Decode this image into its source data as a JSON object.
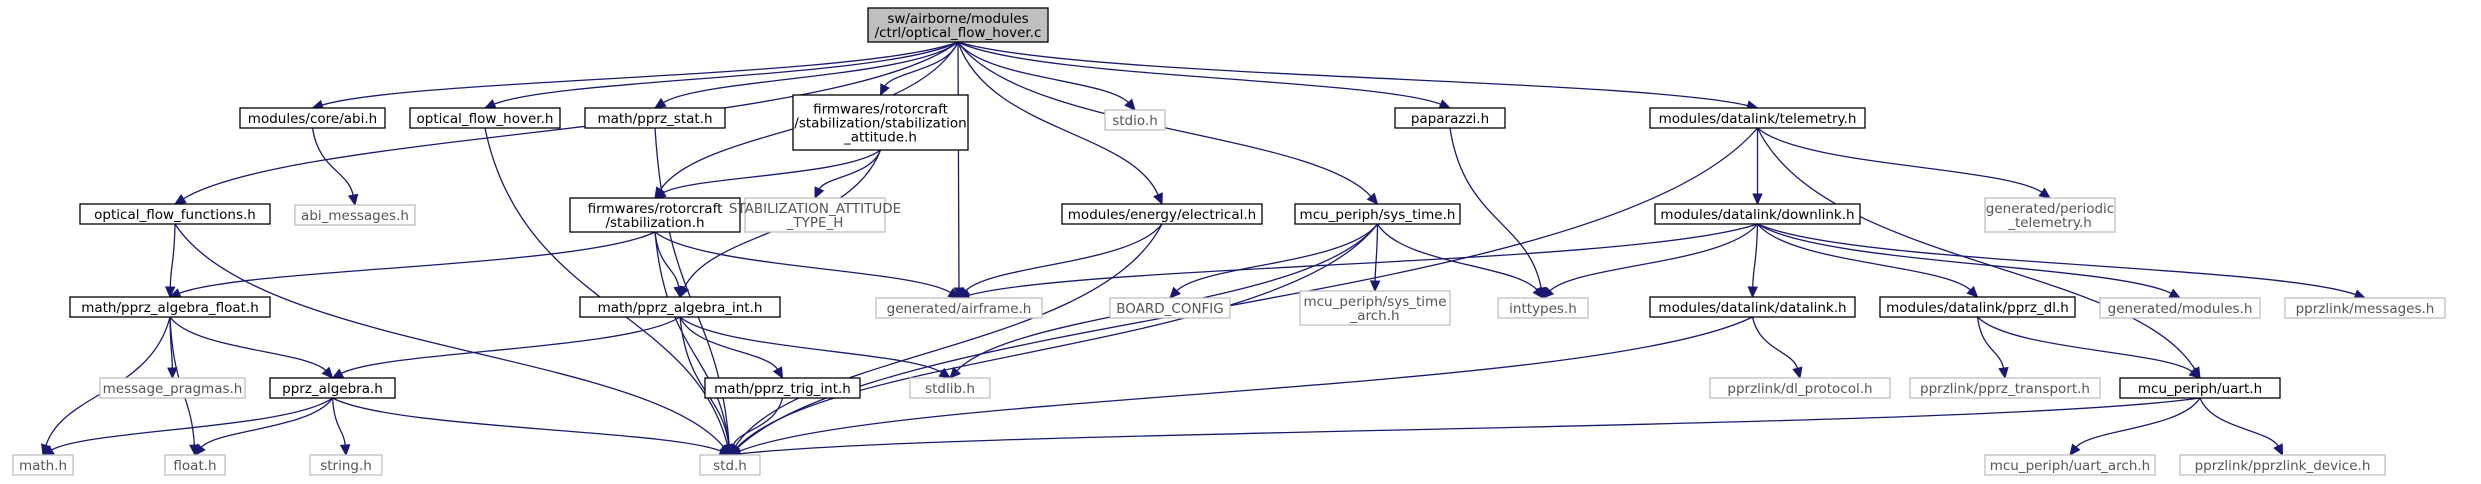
{
  "graph": {
    "edge_color": "#191970",
    "root_fill": "#bfbfbf",
    "missing_border": "#bfbfbf",
    "nodes": [
      {
        "id": "root",
        "lines": [
          "sw/airborne/modules",
          "/ctrl/optical_flow_hover.c"
        ],
        "kind": "root"
      },
      {
        "id": "abi",
        "lines": [
          "modules/core/abi.h"
        ],
        "kind": "solid"
      },
      {
        "id": "ofh",
        "lines": [
          "optical_flow_hover.h"
        ],
        "kind": "solid"
      },
      {
        "id": "pprz_stat",
        "lines": [
          "math/pprz_stat.h"
        ],
        "kind": "solid"
      },
      {
        "id": "stab_att",
        "lines": [
          "firmwares/rotorcraft",
          "/stabilization/stabilization",
          "_attitude.h"
        ],
        "kind": "solid"
      },
      {
        "id": "stdio",
        "lines": [
          "stdio.h"
        ],
        "kind": "missing"
      },
      {
        "id": "paparazzi",
        "lines": [
          "paparazzi.h"
        ],
        "kind": "solid"
      },
      {
        "id": "telemetry",
        "lines": [
          "modules/datalink/telemetry.h"
        ],
        "kind": "solid"
      },
      {
        "id": "off",
        "lines": [
          "optical_flow_functions.h"
        ],
        "kind": "solid"
      },
      {
        "id": "abi_msgs",
        "lines": [
          "abi_messages.h"
        ],
        "kind": "missing"
      },
      {
        "id": "stab",
        "lines": [
          "firmwares/rotorcraft",
          "/stabilization.h"
        ],
        "kind": "solid"
      },
      {
        "id": "stab_att_type",
        "lines": [
          "STABILIZATION_ATTITUDE",
          "_TYPE_H"
        ],
        "kind": "missing"
      },
      {
        "id": "electrical",
        "lines": [
          "modules/energy/electrical.h"
        ],
        "kind": "solid"
      },
      {
        "id": "sys_time",
        "lines": [
          "mcu_periph/sys_time.h"
        ],
        "kind": "solid"
      },
      {
        "id": "downlink",
        "lines": [
          "modules/datalink/downlink.h"
        ],
        "kind": "solid"
      },
      {
        "id": "periodic",
        "lines": [
          "generated/periodic",
          "_telemetry.h"
        ],
        "kind": "missing"
      },
      {
        "id": "alg_float",
        "lines": [
          "math/pprz_algebra_float.h"
        ],
        "kind": "solid"
      },
      {
        "id": "alg_int",
        "lines": [
          "math/pprz_algebra_int.h"
        ],
        "kind": "solid"
      },
      {
        "id": "airframe",
        "lines": [
          "generated/airframe.h"
        ],
        "kind": "missing"
      },
      {
        "id": "board",
        "lines": [
          "BOARD_CONFIG"
        ],
        "kind": "missing"
      },
      {
        "id": "sys_time_arch",
        "lines": [
          "mcu_periph/sys_time",
          "_arch.h"
        ],
        "kind": "missing"
      },
      {
        "id": "inttypes",
        "lines": [
          "inttypes.h"
        ],
        "kind": "missing"
      },
      {
        "id": "datalink",
        "lines": [
          "modules/datalink/datalink.h"
        ],
        "kind": "solid"
      },
      {
        "id": "pprz_dl",
        "lines": [
          "modules/datalink/pprz_dl.h"
        ],
        "kind": "solid"
      },
      {
        "id": "gen_modules",
        "lines": [
          "generated/modules.h"
        ],
        "kind": "missing"
      },
      {
        "id": "pprzlink_msgs",
        "lines": [
          "pprzlink/messages.h"
        ],
        "kind": "missing"
      },
      {
        "id": "msg_pragmas",
        "lines": [
          "message_pragmas.h"
        ],
        "kind": "missing"
      },
      {
        "id": "pprz_algebra",
        "lines": [
          "pprz_algebra.h"
        ],
        "kind": "solid"
      },
      {
        "id": "trig_int",
        "lines": [
          "math/pprz_trig_int.h"
        ],
        "kind": "solid"
      },
      {
        "id": "stdlib",
        "lines": [
          "stdlib.h"
        ],
        "kind": "missing"
      },
      {
        "id": "dl_protocol",
        "lines": [
          "pprzlink/dl_protocol.h"
        ],
        "kind": "missing"
      },
      {
        "id": "pprz_transport",
        "lines": [
          "pprzlink/pprz_transport.h"
        ],
        "kind": "missing"
      },
      {
        "id": "uart",
        "lines": [
          "mcu_periph/uart.h"
        ],
        "kind": "solid"
      },
      {
        "id": "math",
        "lines": [
          "math.h"
        ],
        "kind": "missing"
      },
      {
        "id": "float",
        "lines": [
          "float.h"
        ],
        "kind": "missing"
      },
      {
        "id": "string",
        "lines": [
          "string.h"
        ],
        "kind": "missing"
      },
      {
        "id": "std",
        "lines": [
          "std.h"
        ],
        "kind": "missing"
      },
      {
        "id": "uart_arch",
        "lines": [
          "mcu_periph/uart_arch.h"
        ],
        "kind": "missing"
      },
      {
        "id": "pprzlink_device",
        "lines": [
          "pprzlink/pprzlink_device.h"
        ],
        "kind": "missing"
      }
    ],
    "edges": [
      [
        "root",
        "abi"
      ],
      [
        "root",
        "ofh"
      ],
      [
        "root",
        "pprz_stat"
      ],
      [
        "root",
        "stab_att"
      ],
      [
        "root",
        "stdio"
      ],
      [
        "root",
        "paparazzi"
      ],
      [
        "root",
        "telemetry"
      ],
      [
        "root",
        "off"
      ],
      [
        "root",
        "stab"
      ],
      [
        "root",
        "electrical"
      ],
      [
        "root",
        "sys_time"
      ],
      [
        "root",
        "airframe"
      ],
      [
        "abi",
        "abi_msgs"
      ],
      [
        "ofh",
        "std"
      ],
      [
        "pprz_stat",
        "std"
      ],
      [
        "stab_att",
        "stab"
      ],
      [
        "stab_att",
        "stab_att_type"
      ],
      [
        "stab_att",
        "alg_int"
      ],
      [
        "paparazzi",
        "inttypes"
      ],
      [
        "telemetry",
        "downlink"
      ],
      [
        "telemetry",
        "periodic"
      ],
      [
        "telemetry",
        "uart"
      ],
      [
        "telemetry",
        "std"
      ],
      [
        "off",
        "alg_float"
      ],
      [
        "off",
        "std"
      ],
      [
        "stab",
        "alg_float"
      ],
      [
        "stab",
        "alg_int"
      ],
      [
        "stab",
        "airframe"
      ],
      [
        "stab",
        "std"
      ],
      [
        "electrical",
        "airframe"
      ],
      [
        "electrical",
        "std"
      ],
      [
        "sys_time",
        "board"
      ],
      [
        "sys_time",
        "sys_time_arch"
      ],
      [
        "sys_time",
        "inttypes"
      ],
      [
        "sys_time",
        "stdlib"
      ],
      [
        "sys_time",
        "std"
      ],
      [
        "downlink",
        "airframe"
      ],
      [
        "downlink",
        "inttypes"
      ],
      [
        "downlink",
        "datalink"
      ],
      [
        "downlink",
        "pprz_dl"
      ],
      [
        "downlink",
        "gen_modules"
      ],
      [
        "downlink",
        "pprzlink_msgs"
      ],
      [
        "alg_float",
        "msg_pragmas"
      ],
      [
        "alg_float",
        "pprz_algebra"
      ],
      [
        "alg_float",
        "math"
      ],
      [
        "alg_float",
        "float"
      ],
      [
        "alg_int",
        "pprz_algebra"
      ],
      [
        "alg_int",
        "trig_int"
      ],
      [
        "alg_int",
        "stdlib"
      ],
      [
        "alg_int",
        "std"
      ],
      [
        "datalink",
        "dl_protocol"
      ],
      [
        "datalink",
        "std"
      ],
      [
        "pprz_dl",
        "pprz_transport"
      ],
      [
        "pprz_dl",
        "uart"
      ],
      [
        "pprz_algebra",
        "math"
      ],
      [
        "pprz_algebra",
        "float"
      ],
      [
        "pprz_algebra",
        "string"
      ],
      [
        "pprz_algebra",
        "std"
      ],
      [
        "trig_int",
        "std"
      ],
      [
        "uart",
        "std"
      ],
      [
        "uart",
        "uart_arch"
      ],
      [
        "uart",
        "pprzlink_device"
      ]
    ]
  }
}
